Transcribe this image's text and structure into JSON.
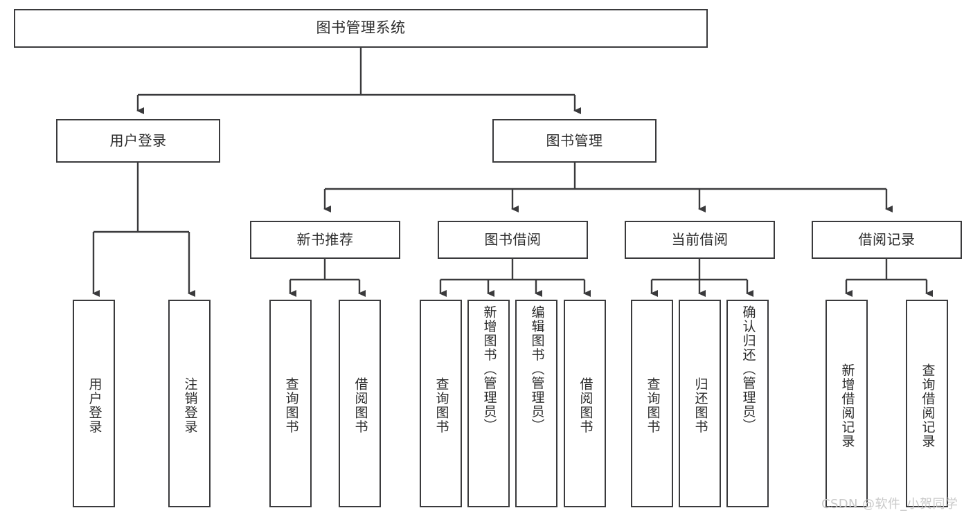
{
  "diagram": {
    "title": "图书管理系统",
    "type": "功能结构图",
    "watermark": "CSDN @软件_小贺同学",
    "colors": {
      "box_border": "#3a3a3c",
      "box_fill": "#ffffff",
      "line": "#3a3a3c",
      "text": "#2c2c2c",
      "watermark": "#c9c9c9",
      "background": "#ffffff"
    }
  },
  "root": {
    "label": "图书管理系统"
  },
  "level1": [
    {
      "label": "用户登录"
    },
    {
      "label": "图书管理"
    }
  ],
  "level2": [
    {
      "label": "新书推荐"
    },
    {
      "label": "图书借阅"
    },
    {
      "label": "当前借阅"
    },
    {
      "label": "借阅记录"
    }
  ],
  "leaves": {
    "user_login": [
      {
        "label": "用户登录"
      },
      {
        "label": "注销登录"
      }
    ],
    "new_book": [
      {
        "label": "查询图书"
      },
      {
        "label": "借阅图书"
      }
    ],
    "borrow_book": [
      {
        "label": "查询图书"
      },
      {
        "label": "新增图书（管理员）"
      },
      {
        "label": "编辑图书（管理员）"
      },
      {
        "label": "借阅图书"
      }
    ],
    "current_borrow": [
      {
        "label": "查询图书"
      },
      {
        "label": "归还图书"
      },
      {
        "label": "确认归还（管理员）"
      }
    ],
    "borrow_record": [
      {
        "label": "新增借阅记录"
      },
      {
        "label": "查询借阅记录"
      }
    ]
  }
}
